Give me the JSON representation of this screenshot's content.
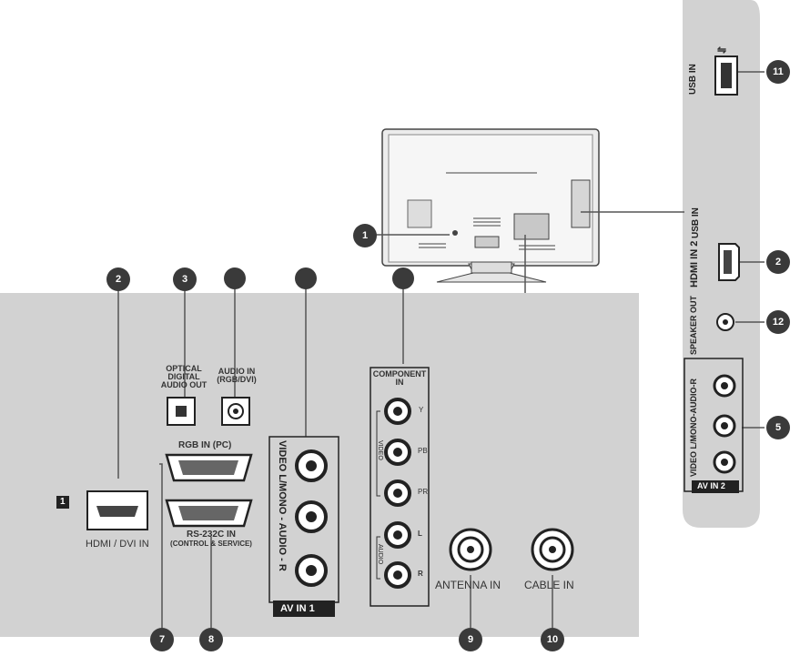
{
  "labels": {
    "usb_in": "USB IN",
    "usb_in_2": "USB IN",
    "hdmi_in_2": "HDMI IN 2",
    "speaker_out": "SPEAKER OUT",
    "side_av": "VIDEO L/MONO-AUDIO-R",
    "av_in_2": "AV IN 2",
    "optical": [
      "OPTICAL",
      "DIGITAL",
      "AUDIO OUT"
    ],
    "audio_in": [
      "AUDIO IN",
      "(RGB/DVI)"
    ],
    "rgb_in": "RGB IN (PC)",
    "rs232c": [
      "RS-232C IN",
      "(CONTROL & SERVICE)"
    ],
    "hdmi_dvi": "HDMI / DVI IN",
    "hdmi_box_num": "1",
    "av_in_1": "AV IN 1",
    "av1_vertical": "VIDEO L/MONO - AUDIO - R",
    "component": [
      "COMPONENT",
      "IN"
    ],
    "comp_y": "Y",
    "comp_pb": "PB",
    "comp_pr": "PR",
    "comp_video": "VIDEO",
    "comp_audio": "AUDIO",
    "comp_l": "L",
    "comp_r": "R",
    "antenna_in": "ANTENNA IN",
    "cable_in": "CABLE IN"
  },
  "callouts": {
    "n1": "1",
    "n2_top": "2",
    "n2_side": "2",
    "n3": "3",
    "n5": "5",
    "n7": "7",
    "n8": "8",
    "n9": "9",
    "n10": "10",
    "n11": "11",
    "n12": "12"
  },
  "colors": {
    "panel": "#d2d2d2",
    "callout": "#3a3a3a",
    "line": "#555555",
    "dark": "#222222"
  }
}
